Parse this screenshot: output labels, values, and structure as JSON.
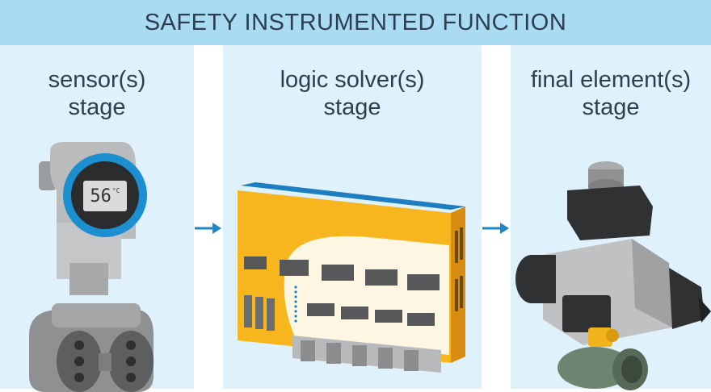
{
  "title": "SAFETY INSTRUMENTED FUNCTION",
  "stages": [
    {
      "line1": "sensor(s)",
      "line2": "stage"
    },
    {
      "line1": "logic solver(s)",
      "line2": "stage"
    },
    {
      "line1": "final element(s)",
      "line2": "stage"
    }
  ],
  "sensor_display": {
    "value": "56",
    "unit": "°C"
  },
  "colors": {
    "title_bg": "#a9dbf3",
    "panel_bg": "#dff1fb",
    "arrow": "#1f86c8",
    "sensor_ring": "#1b8fd0",
    "solver_body": "#f7b51e",
    "valve_dark": "#2f3133"
  },
  "icons": [
    "pressure-transmitter-icon",
    "safety-plc-icon",
    "actuated-valve-icon",
    "arrow-right-icon"
  ]
}
